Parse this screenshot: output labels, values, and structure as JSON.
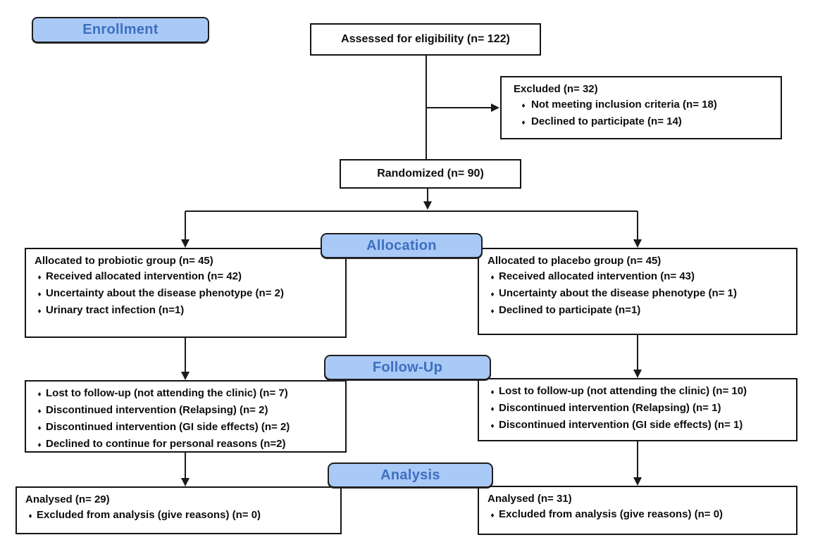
{
  "diagram": {
    "type": "consort-flow-diagram",
    "bullet": "♦",
    "colors": {
      "stage_fill": "#a9c9f7",
      "stage_text": "#3e6fbf",
      "box_border": "#141414",
      "line": "#1a1a1a",
      "body_text": "#0d0d0d",
      "background": "#ffffff"
    },
    "stages": {
      "enrollment": {
        "label": "Enrollment"
      },
      "allocation": {
        "label": "Allocation"
      },
      "followup": {
        "label": "Follow-Up"
      },
      "analysis": {
        "label": "Analysis"
      }
    },
    "boxes": {
      "assessed": {
        "text": "Assessed for eligibility (n= 122)"
      },
      "excluded": {
        "title": "Excluded (n= 32)",
        "items": [
          "Not meeting inclusion criteria (n= 18)",
          "Declined to participate (n= 14)"
        ]
      },
      "randomized": {
        "text": "Randomized (n= 90)"
      },
      "alloc_probiotic": {
        "title": "Allocated to probiotic group (n= 45)",
        "items": [
          "Received allocated intervention (n= 42)",
          "Uncertainty about the disease phenotype (n= 2)",
          "Urinary tract infection (n=1)"
        ]
      },
      "alloc_placebo": {
        "title": "Allocated to placebo group (n= 45)",
        "items": [
          "Received allocated intervention (n= 43)",
          "Uncertainty about the disease phenotype (n= 1)",
          "Declined to participate (n=1)"
        ]
      },
      "followup_probiotic": {
        "items": [
          "Lost to follow-up (not attending the clinic) (n= 7)",
          "Discontinued intervention (Relapsing) (n= 2)",
          "Discontinued intervention (GI side effects) (n= 2)",
          "Declined to continue for personal reasons (n=2)"
        ]
      },
      "followup_placebo": {
        "items": [
          "Lost to follow-up (not attending the clinic) (n= 10)",
          "Discontinued intervention (Relapsing) (n= 1)",
          "Discontinued intervention (GI side effects) (n= 1)"
        ]
      },
      "analysis_probiotic": {
        "title": "Analysed (n= 29)",
        "items": [
          "Excluded from analysis (give reasons) (n= 0)"
        ]
      },
      "analysis_placebo": {
        "title": "Analysed (n= 31)",
        "items": [
          "Excluded from analysis (give reasons) (n= 0)"
        ]
      }
    }
  }
}
